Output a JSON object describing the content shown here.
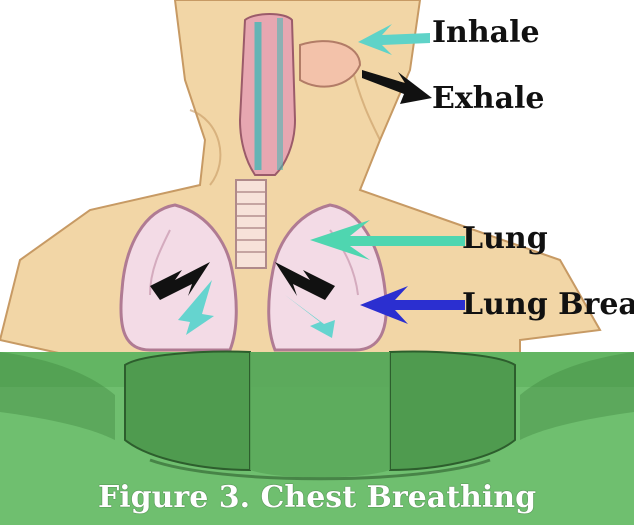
{
  "labels": {
    "inhale": "Inhale",
    "exhale": "Exhale",
    "lung": "Lung",
    "lung_breathing_line1": "Lung",
    "lung_breathing_line2": "Breathing"
  },
  "caption": "Figure 3. Chest Breathing",
  "colors": {
    "inhale_arrow": "#5fd3c8",
    "exhale_arrow": "#111111",
    "lung_arrow": "#4fd6b0",
    "lung_breathing_arrow": "#2b2fd0",
    "panel_green": "#6fbf6f",
    "skin": "#f2d6a6"
  },
  "icons": {
    "inhale": "arrow-left-icon",
    "exhale": "arrow-down-right-icon",
    "lung": "arrow-left-icon",
    "lung_breathing": "arrow-left-icon"
  }
}
